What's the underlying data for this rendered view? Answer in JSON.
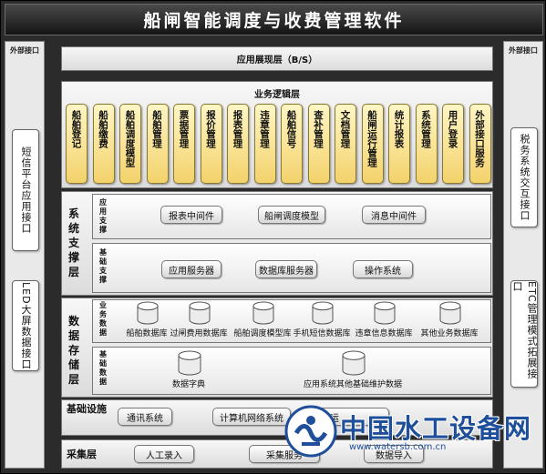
{
  "title": "船闸智能调度与收费管理软件",
  "external_interfaces": {
    "left": {
      "title": "外部接口",
      "items": [
        "短信平台应用接口",
        "LED大屏数据接口"
      ]
    },
    "right": {
      "title": "外部接口",
      "items": [
        "税务系统交互接口",
        "ETC管理模式拓展接口"
      ]
    }
  },
  "presentation_layer": {
    "label": "应用展现层（B/S）"
  },
  "business_layer": {
    "label": "业务逻辑层",
    "modules": [
      "船舶登记",
      "船舶缴费",
      "船舶调度模型",
      "船舶管理",
      "票据管理",
      "报价管理",
      "报表管理",
      "违章管理",
      "船舶信号",
      "查补管理",
      "文档管理",
      "船闸运行管理",
      "统计报表",
      "系统管理",
      "用户登录",
      "外部接口服务"
    ]
  },
  "system_support_layer": {
    "label": "系统支撑层",
    "app_support": {
      "label": "应用支撑",
      "items": [
        "报表中间件",
        "船闸调度模型",
        "消息中间件"
      ]
    },
    "base_support": {
      "label": "基础支撑",
      "items": [
        "应用服务器",
        "数据库服务器",
        "操作系统"
      ]
    }
  },
  "data_storage_layer": {
    "label": "数据存储层",
    "business_data": {
      "label": "业务数据",
      "items": [
        "船舶数据库",
        "过闸费用数据库",
        "船舶调度模型库",
        "手机短信数据库",
        "违章信息数据库",
        "其他业务数据库"
      ]
    },
    "base_data": {
      "label": "基础数据",
      "items": [
        "数据字典",
        "应用系统其他基础维护数据"
      ]
    }
  },
  "infrastructure_layer": {
    "label": "基础设施",
    "items": [
      "通讯系统",
      "计算机网络系统",
      "传输运"
    ]
  },
  "collection_layer": {
    "label": "采集层",
    "items": [
      "人工录入",
      "采集服务",
      "数据导入"
    ]
  },
  "watermark": {
    "title": "中国水工设备网",
    "url": "www.watersb.com.cn"
  },
  "colors": {
    "module_fill": "#f3d26b",
    "frame": "#2b2b2b",
    "watermark": "#1f4f9a"
  }
}
